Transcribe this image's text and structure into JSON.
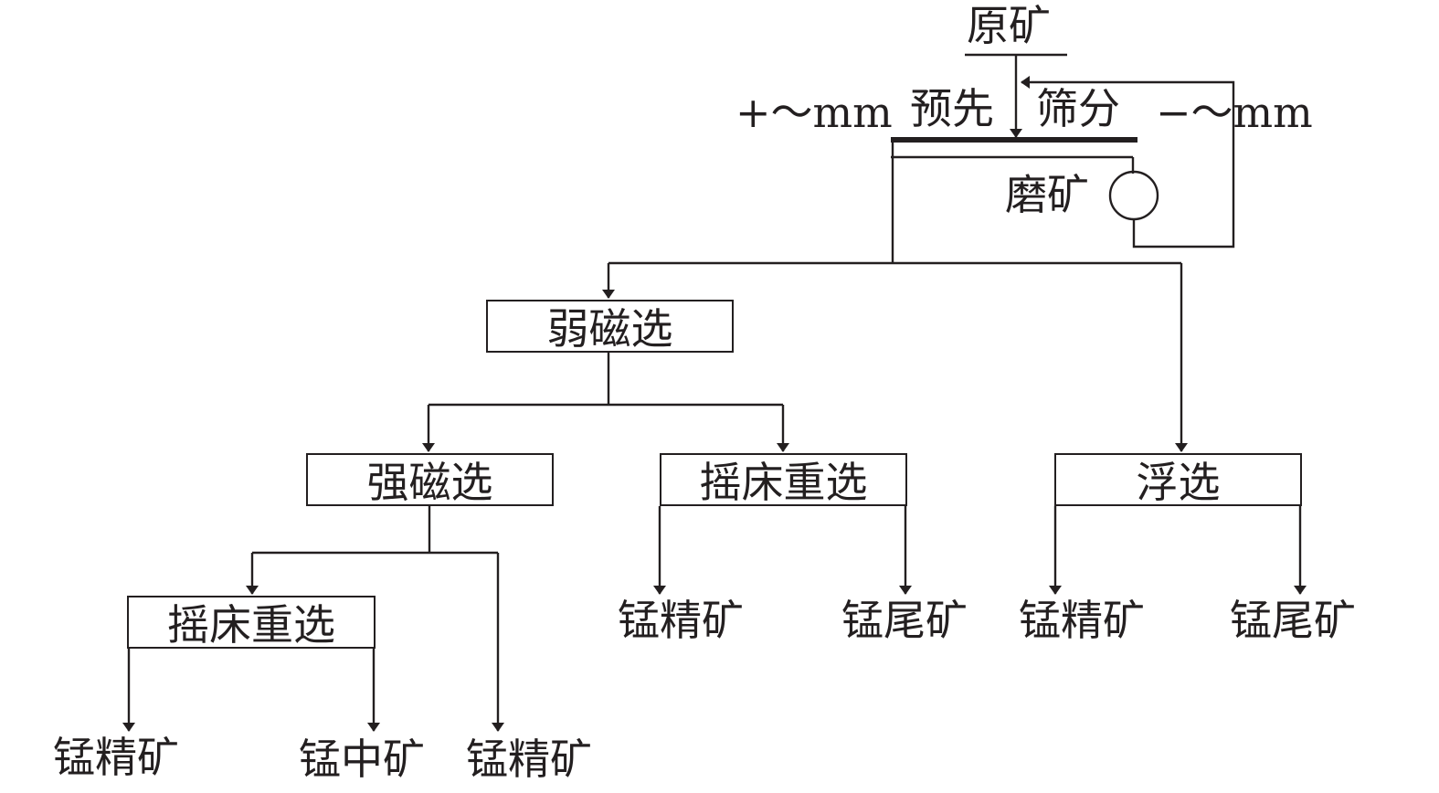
{
  "feed": {
    "label": "原矿"
  },
  "screening": {
    "left_label": "+～mm",
    "name_left": "预先",
    "name_right": "筛分",
    "right_label": "−～mm"
  },
  "grinding": {
    "label": "磨矿"
  },
  "stages": {
    "weak_magnetic": "弱磁选",
    "strong_magnetic": "强磁选",
    "table_after_weak": "摇床重选",
    "flotation": "浮选",
    "table_after_strong": "摇床重选"
  },
  "products": {
    "table2_concentrate": "锰精矿",
    "table2_tailing": "锰尾矿",
    "flotation_concentrate": "锰精矿",
    "flotation_tailing": "锰尾矿",
    "table1_concentrate": "锰精矿",
    "table1_middling": "锰中矿",
    "strong_concentrate": "锰精矿"
  },
  "colors": {
    "line": "#231f20",
    "background": "#ffffff"
  }
}
